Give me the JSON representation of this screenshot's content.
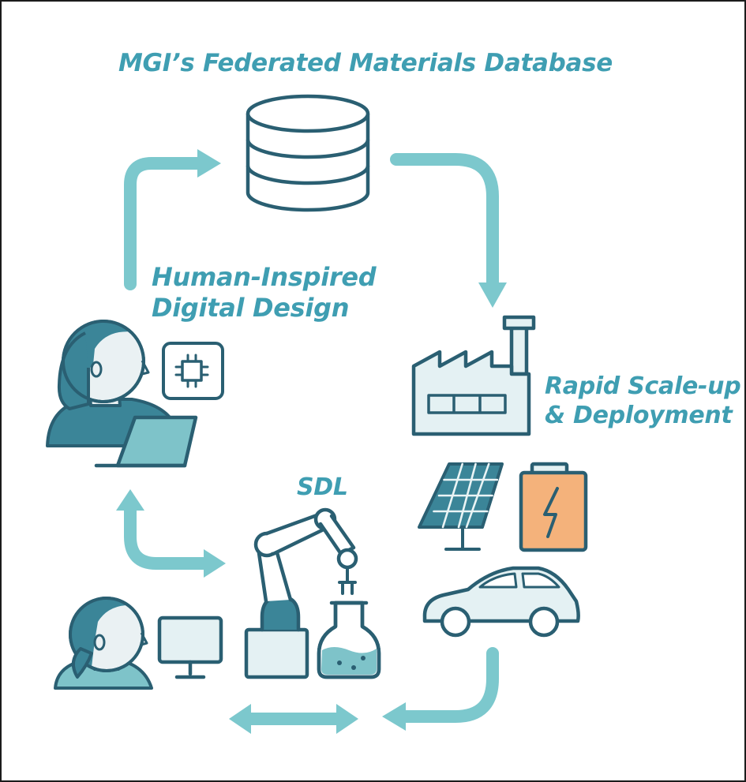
{
  "labels": {
    "database_title": "MGI’s Federated Materials Database",
    "human_design_line1": "Human-Inspired",
    "human_design_line2": "Digital Design",
    "scale_up_line1": "Rapid Scale-up",
    "scale_up_line2": "& Deployment",
    "sdl": "SDL"
  },
  "icons": [
    "database-icon",
    "designer-person-icon",
    "laptop-icon",
    "chip-icon",
    "factory-icon",
    "solar-panel-icon",
    "battery-icon",
    "car-icon",
    "robot-arm-icon",
    "flask-icon",
    "monitor-icon",
    "lab-person-icon"
  ],
  "colors": {
    "teal_label": "#3f9eb2",
    "arrow": "#7cc8cd",
    "icon_outline": "#2a5f72",
    "person_fill": "#3b8598",
    "skin_fill": "#eaf1f3",
    "icon_fill": "#e4f1f3",
    "battery_fill": "#f4b27b"
  }
}
